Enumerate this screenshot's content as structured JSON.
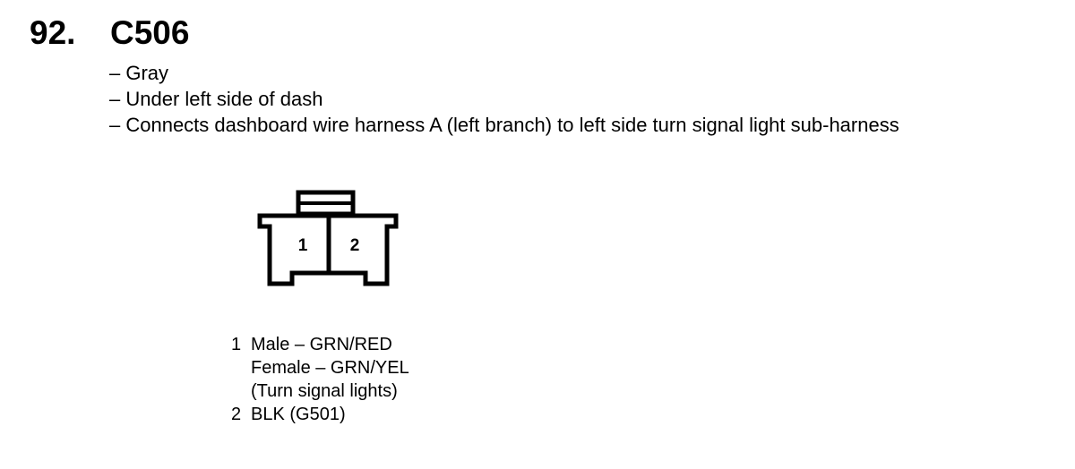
{
  "header": {
    "item_number": "92.",
    "connector_id": "C506"
  },
  "description": [
    "– Gray",
    "– Under left side of dash",
    "– Connects dashboard wire harness A (left branch) to left side turn signal light sub-harness"
  ],
  "connector": {
    "pins": [
      "1",
      "2"
    ]
  },
  "pinout": [
    {
      "pin": "1",
      "lines": [
        "Male – GRN/RED",
        "Female – GRN/YEL",
        "(Turn signal lights)"
      ]
    },
    {
      "pin": "2",
      "lines": [
        "BLK (G501)"
      ]
    }
  ],
  "colors": {
    "stroke": "#000000",
    "background": "#ffffff"
  }
}
